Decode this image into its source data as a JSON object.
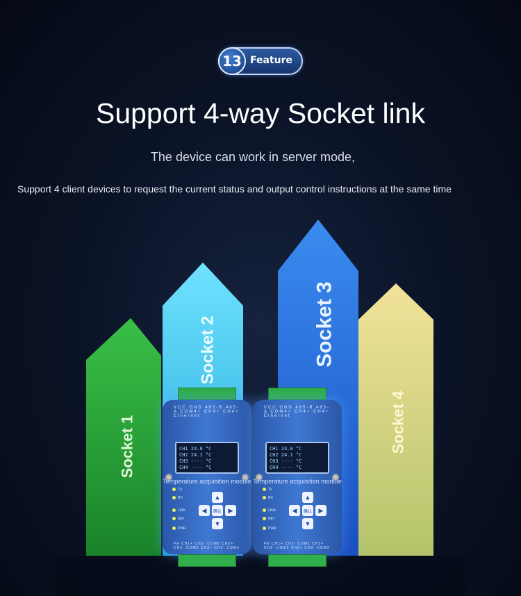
{
  "badge": {
    "number": "13",
    "label": "Feature"
  },
  "title": "Support 4-way Socket link",
  "subtitle_line1": "The device can work in server mode,",
  "subtitle_line2": "Support 4 client devices to request the current status and output control instructions at the same time",
  "sockets": [
    {
      "label": "Socket 1",
      "color": "#3fd24a"
    },
    {
      "label": "Socket 2",
      "color": "#5ad9ff"
    },
    {
      "label": "Socket 3",
      "color": "#2f7de8"
    },
    {
      "label": "Socket 4",
      "color": "#e8d47a"
    }
  ],
  "modules": [
    {
      "caption": "Temperature acquisition module",
      "readings": [
        "CH1 24.0 °C",
        "CH2 24.1 °C",
        "CH3 ---- °C",
        "CH4 ---- °C"
      ],
      "leds": [
        "TX",
        "RX",
        "LINK",
        "NET",
        "PWR"
      ],
      "center_key": "确认"
    },
    {
      "caption": "Temperature acquisition module",
      "readings": [
        "CH1 24.0 °C",
        "CH2 24.1 °C",
        "CH3 ---- °C",
        "CH4 ---- °C"
      ],
      "leds": [
        "TX",
        "RX",
        "LINK",
        "NET",
        "PWR"
      ],
      "center_key": "确认"
    }
  ],
  "terminal_top": "VCC GND 485-B 485-A COM4+ CH4+ CH4+ Ethernet",
  "terminal_bottom": "PE CH1+ CH1- COM1 CH2+ CH2- COM2 CH3+ CH3- COM3"
}
